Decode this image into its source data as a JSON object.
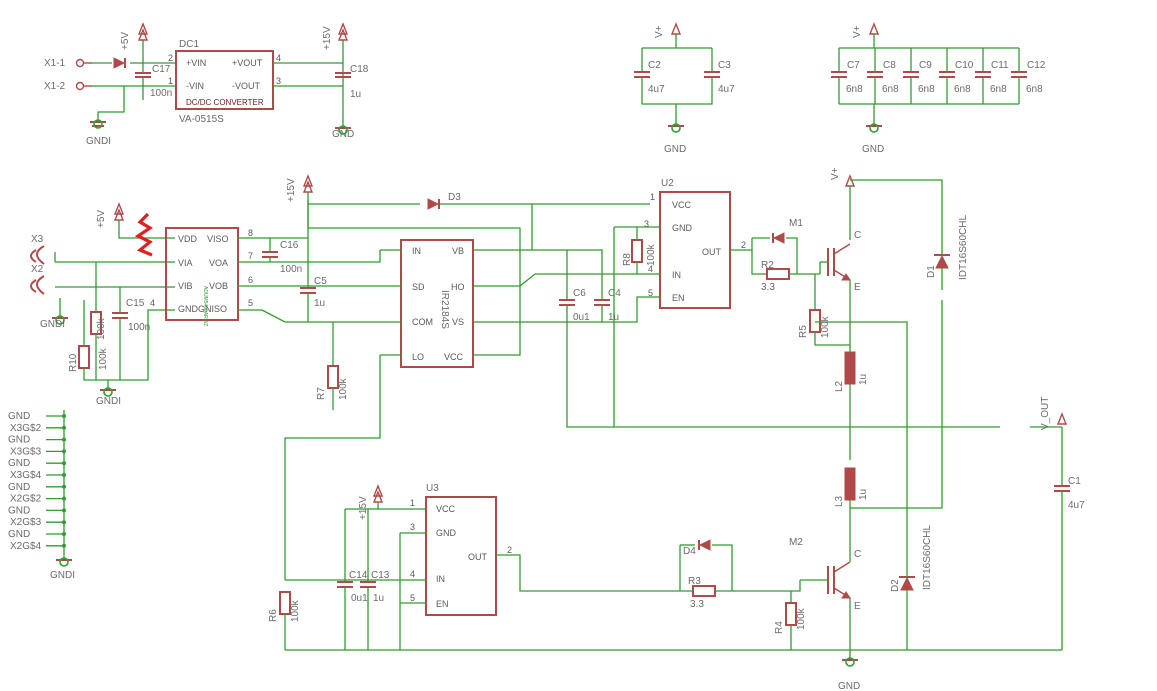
{
  "power": {
    "p5v": "+5V",
    "p15v": "+15V",
    "vplus": "V+",
    "gnd": "GND",
    "gndi": "GNDI",
    "vout": "V_OUT"
  },
  "connectors": {
    "x1_1": "X1-1",
    "x1_2": "X1-2",
    "x3": "X3",
    "x2": "X2"
  },
  "dc1": {
    "name": "DC1",
    "value": "VA-0515S",
    "title": "DC/DC CONVERTER",
    "pins": {
      "vin_p": "+VIN",
      "vin_n": "-VIN",
      "vout_p": "+VOUT",
      "vout_n": "-VOUT",
      "n1": "1",
      "n2": "2",
      "n3": "3",
      "n4": "4"
    }
  },
  "iso": {
    "vendor_text": "ADUM5400ARWZ",
    "pins": {
      "vdd": "VDD",
      "via": "VIA",
      "vib": "VIB",
      "gndl": "GNDGNISO",
      "viso": "VISO",
      "voa": "VOA",
      "vob": "VOB",
      "n8": "8",
      "n7": "7",
      "n6": "6",
      "n5": "5",
      "n4": "4"
    }
  },
  "ir": {
    "name": "IR2184S",
    "pins": {
      "in": "IN",
      "sd": "SD",
      "com": "COM",
      "lo": "LO",
      "vb": "VB",
      "ho": "HO",
      "vs": "VS",
      "vcc": "VCC"
    }
  },
  "u2": {
    "name": "U2",
    "pins": {
      "vcc": "VCC",
      "gnd": "GND",
      "in": "IN",
      "en": "EN",
      "out": "OUT",
      "n1": "1",
      "n3": "3",
      "n4": "4",
      "n5": "5",
      "n2": "2"
    }
  },
  "u3": {
    "name": "U3",
    "pins": {
      "vcc": "VCC",
      "gnd": "GND",
      "in": "IN",
      "en": "EN",
      "out": "OUT",
      "n1": "1",
      "n3": "3",
      "n4": "4",
      "n5": "5",
      "n2": "2"
    }
  },
  "parts": {
    "c17": "C17",
    "c17v": "100n",
    "c18": "C18",
    "c18v": "1u",
    "c2": "C2",
    "c2v": "4u7",
    "c3": "C3",
    "c3v": "4u7",
    "c7": "C7",
    "c8": "C8",
    "c9": "C9",
    "c10": "C10",
    "c11": "C11",
    "c12": "C12",
    "c6n8": "6n8",
    "c16": "C16",
    "c16v": "100n",
    "c15": "C15",
    "c15v": "100n",
    "c5": "C5",
    "c5v": "1u",
    "c6": "C6",
    "c6v": "0u1",
    "c4": "C4",
    "c4v": "1u",
    "c14": "C14",
    "c14v": "0u1",
    "c13": "C13",
    "c13v": "1u",
    "c1": "C1",
    "c1v": "4u7",
    "r10": "R10",
    "r10v": "100k",
    "r7": "R7",
    "r7v": "100k",
    "r8": "R8",
    "r8v": "100k",
    "r2": "R2",
    "r2v": "3.3",
    "r5": "R5",
    "r5v": "100k",
    "r6": "R6",
    "r6v": "100k",
    "r3": "R3",
    "r3v": "3.3",
    "r4": "R4",
    "r4v": "100k",
    "d3": "D3",
    "d4": "D4",
    "d1": "D1",
    "d1v": "IDT16S60CHL",
    "d2": "D2",
    "d2v": "IDT16S60CHL",
    "m1": "M1",
    "m2": "M2",
    "l2": "L2",
    "l2v": "1u",
    "l3": "L3",
    "l3v": "1u",
    "c_pin": "C",
    "e_pin": "E"
  },
  "gnd_list": [
    {
      "label": "GND"
    },
    {
      "label": "X3G$2"
    },
    {
      "label": "GND"
    },
    {
      "label": "X3G$3"
    },
    {
      "label": "GND"
    },
    {
      "label": "X3G$4"
    },
    {
      "label": "GND"
    },
    {
      "label": "X2G$2"
    },
    {
      "label": "GND"
    },
    {
      "label": "X2G$3"
    },
    {
      "label": "GND"
    },
    {
      "label": "X2G$4"
    }
  ],
  "colors": {
    "wire": "#2f9d2f",
    "part": "#b04a4a",
    "label": "#6b6b6b",
    "highlight": "#e02020",
    "background": "#ffffff"
  }
}
